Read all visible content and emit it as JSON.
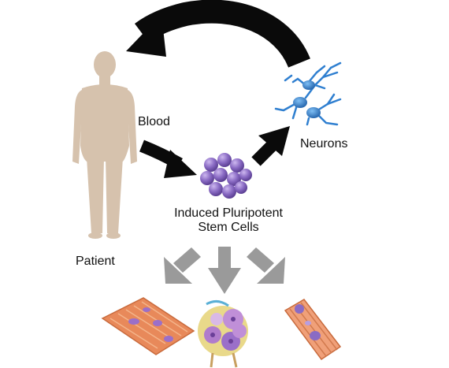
{
  "labels": {
    "blood": "Blood",
    "neurons": "Neurons",
    "patient": "Patient",
    "ipsc_line1": "Induced Pluripotent",
    "ipsc_line2": "Stem Cells"
  },
  "colors": {
    "background": "#ffffff",
    "black_arrow": "#0a0a0a",
    "gray_arrow": "#9a9a9a",
    "body_silhouette": "#d6c2ad",
    "stem_cell_purple": "#8a6bc4",
    "neuron_blue": "#2f7fd0",
    "muscle_orange": "#e8895a",
    "tissue_purple": "#9b6fc9",
    "tissue_yellow": "#e9d98a"
  },
  "icons": [
    "human-silhouette-icon",
    "stem-cell-cluster-icon",
    "neuron-cluster-icon",
    "cardiac-muscle-tissue-icon",
    "pancreatic-tissue-icon",
    "skeletal-muscle-tissue-icon"
  ]
}
